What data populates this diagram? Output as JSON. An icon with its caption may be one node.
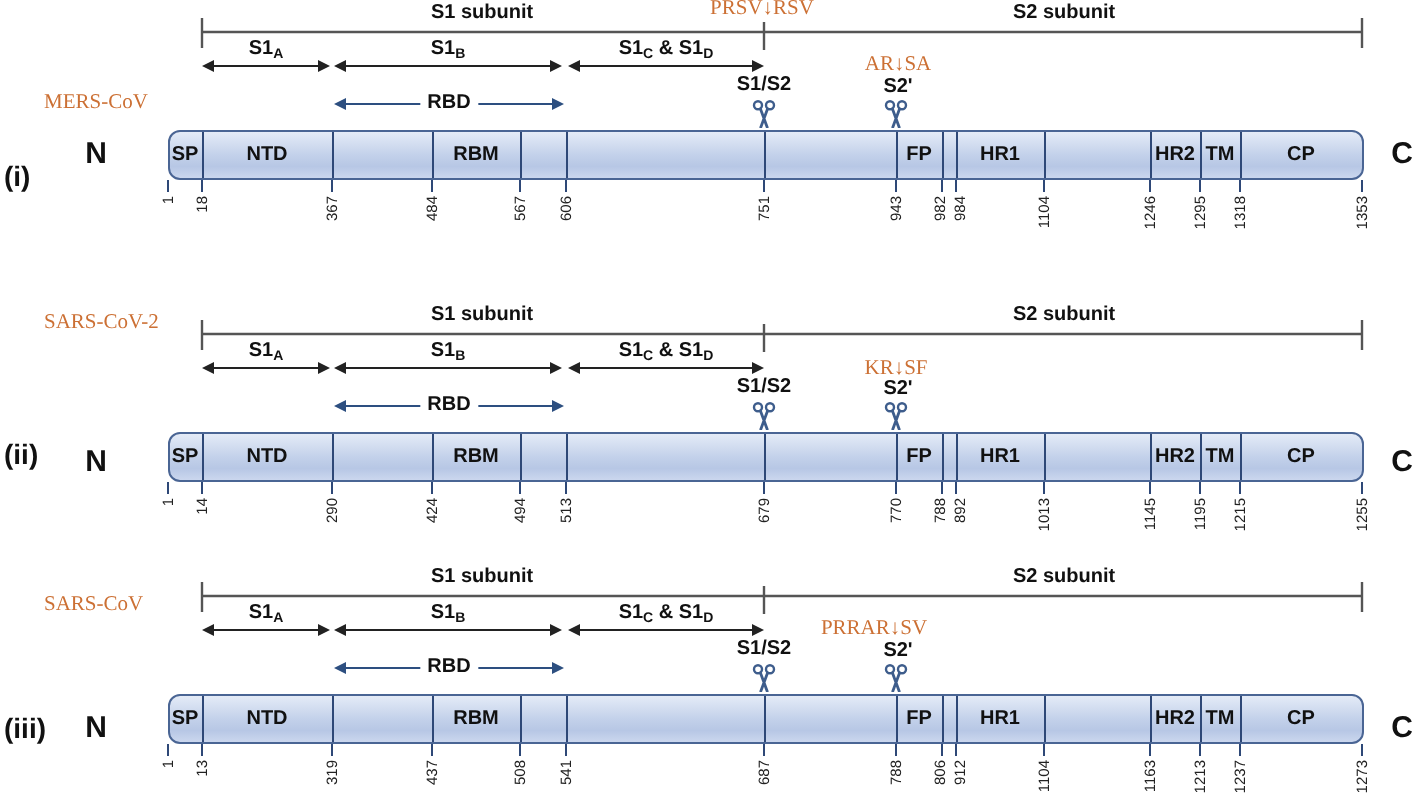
{
  "diagram": {
    "nodes": [
      {
        "text": [
          "SP",
          "NTD",
          "RBM",
          "FP",
          "HR1",
          "HR2",
          "TM",
          "CP"
        ]
      },
      {
        "text": [
          "SP",
          "NTD",
          "RBM",
          "FP",
          "HR1",
          "HR2",
          "TM",
          "CP"
        ]
      },
      {
        "text": [
          "SP",
          "NTD",
          "RBM",
          "FP",
          "HR1",
          "HR2",
          "TM",
          "CP"
        ]
      }
    ],
    "labels": [
      "MERS-CoV",
      "(i)",
      "N",
      "C",
      "S1 subunit",
      "S2 subunit",
      "S1$_{A}$",
      "S1$_{B}$",
      "S1$_{C}$ & S1$_{D}$",
      "RBD",
      "PRSV↓RSV",
      "S1/S2",
      "AR↓SA",
      "S2'",
      "1",
      "18",
      "367",
      "484",
      "567",
      "606",
      "751",
      "943",
      "982",
      "984",
      "1104",
      "1246",
      "1295",
      "1318",
      "1353",
      "SARS-CoV-2",
      "(ii)",
      "N",
      "C",
      "S1 subunit",
      "S2 subunit",
      "S1$_{A}$",
      "S1$_{B}$",
      "S1$_{C}$ & S1$_{D}$",
      "RBD",
      "S1/S2",
      "KR↓SF",
      "S2'",
      "1",
      "14",
      "290",
      "424",
      "494",
      "513",
      "679",
      "770",
      "788",
      "892",
      "1013",
      "1145",
      "1195",
      "1215",
      "1255",
      "SARS-CoV",
      "(iii)",
      "N",
      "C",
      "S1 subunit",
      "S2 subunit",
      "S1$_{A}$",
      "S1$_{B}$",
      "S1$_{C}$ & S1$_{D}$",
      "RBD",
      "S1/S2",
      "PRRAR↓SV",
      "S2'",
      "1",
      "13",
      "319",
      "437",
      "508",
      "541",
      "687",
      "788",
      "806",
      "912",
      "1104",
      "1163",
      "1213",
      "1237",
      "1273"
    ]
  }
}
